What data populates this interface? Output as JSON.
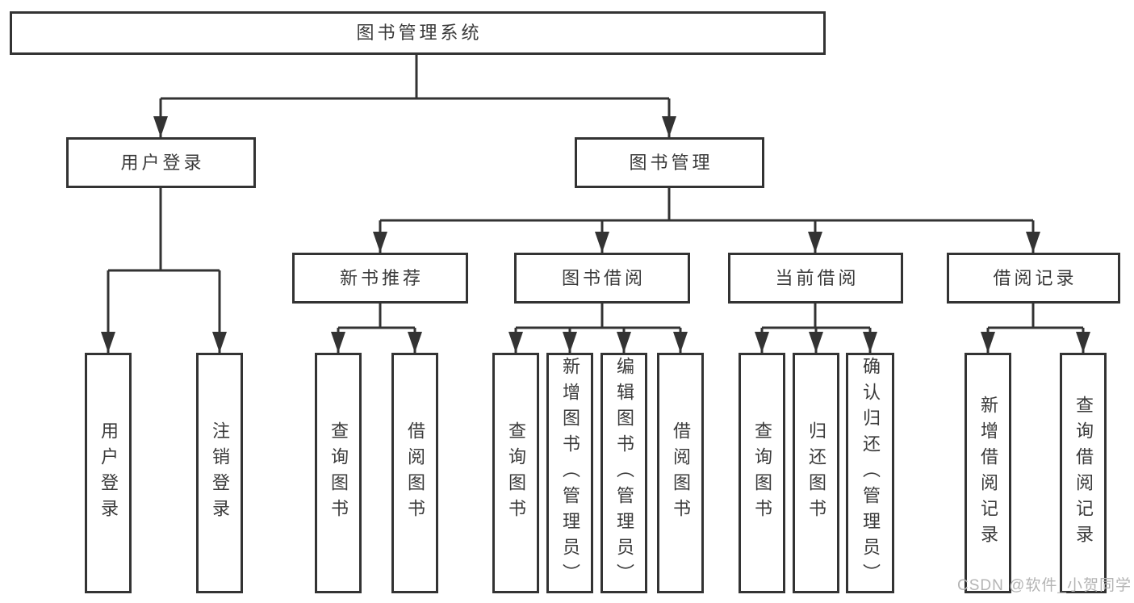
{
  "tree": {
    "label": "图书管理系统",
    "children": [
      {
        "label": "用户登录",
        "children": [
          {
            "label": "用户登录"
          },
          {
            "label": "注销登录"
          }
        ]
      },
      {
        "label": "图书管理",
        "children": [
          {
            "label": "新书推荐",
            "children": [
              {
                "label": "查询图书"
              },
              {
                "label": "借阅图书"
              }
            ]
          },
          {
            "label": "图书借阅",
            "children": [
              {
                "label": "查询图书"
              },
              {
                "label": "新增图书（管理员）"
              },
              {
                "label": "编辑图书（管理员）"
              },
              {
                "label": "借阅图书"
              }
            ]
          },
          {
            "label": "当前借阅",
            "children": [
              {
                "label": "查询图书"
              },
              {
                "label": "归还图书"
              },
              {
                "label": "确认归还（管理员）"
              }
            ]
          },
          {
            "label": "借阅记录",
            "children": [
              {
                "label": "新增借阅记录"
              },
              {
                "label": "查询借阅记录"
              }
            ]
          }
        ]
      }
    ]
  },
  "watermark": {
    "text": "CSDN @软件_小贺同学"
  },
  "style": {
    "line_color": "#333333",
    "box_background": "#ffffff",
    "text_color": "#3a3a3a",
    "watermark_color": "#b4b4b4"
  }
}
